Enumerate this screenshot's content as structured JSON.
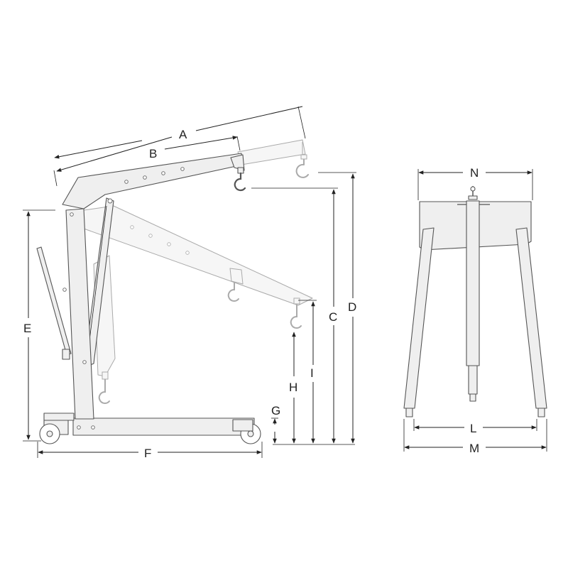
{
  "labels": {
    "A": "A",
    "B": "B",
    "C": "C",
    "D": "D",
    "E": "E",
    "F": "F",
    "G": "G",
    "H": "H",
    "I": "I",
    "L": "L",
    "M": "M",
    "N": "N"
  },
  "colors": {
    "line": "#222222",
    "part_outline": "#555555",
    "part_fill": "#efefef",
    "ghost_outline": "#aaaaaa"
  }
}
